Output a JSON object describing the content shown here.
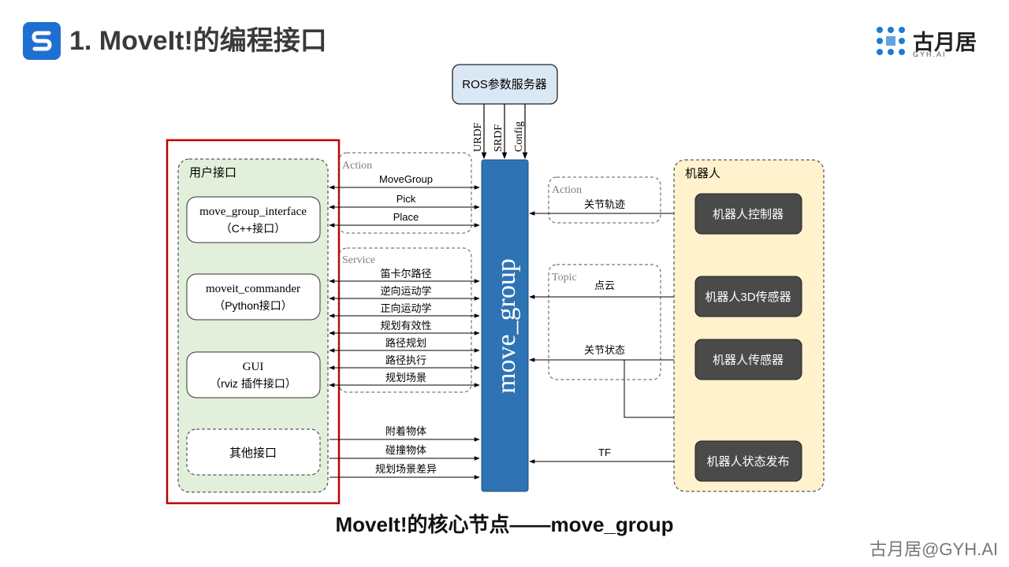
{
  "header": {
    "title": "1. MoveIt!的编程接口",
    "brand_name": "古月居",
    "brand_sub": "GYH.AI"
  },
  "diagram": {
    "ros_param_server": "ROS参数服务器",
    "param_labels": [
      "URDF",
      "SRDF",
      "Config"
    ],
    "core": "move_group",
    "user_interface": {
      "title": "用户接口",
      "items": [
        {
          "line1": "move_group_interface",
          "line2": "（C++接口）"
        },
        {
          "line1": "moveit_commander",
          "line2": "（Python接口）"
        },
        {
          "line1": "GUI",
          "line2": "（rviz 插件接口）"
        },
        {
          "line1": "其他接口",
          "line2": ""
        }
      ]
    },
    "action_group": {
      "label": "Action",
      "items": [
        "MoveGroup",
        "Pick",
        "Place"
      ]
    },
    "service_group": {
      "label": "Service",
      "items": [
        "笛卡尔路径",
        "逆向运动学",
        "正向运动学",
        "规划有效性",
        "路径规划",
        "路径执行",
        "规划场景"
      ]
    },
    "other_items": [
      "附着物体",
      "碰撞物体",
      "规划场景差异"
    ],
    "robot": {
      "title": "机器人",
      "controller": "机器人控制器",
      "sensor3d": "机器人3D传感器",
      "sensor": "机器人传感器",
      "state_publisher": "机器人状态发布"
    },
    "right_action": {
      "label": "Action",
      "item": "关节轨迹"
    },
    "right_topic": {
      "label": "Topic",
      "items": [
        "点云",
        "关节状态"
      ]
    },
    "tf_label": "TF"
  },
  "caption": "MoveIt!的核心节点——move_group",
  "watermark": "古月居@GYH.AI",
  "colors": {
    "core_blue": "#2e74b5",
    "user_panel_fill": "#e2efda",
    "robot_panel_fill": "#fff2cc",
    "robot_box_fill": "#4a4a4a",
    "ros_box_fill": "#dae8f5",
    "highlight_red": "#c00000"
  }
}
